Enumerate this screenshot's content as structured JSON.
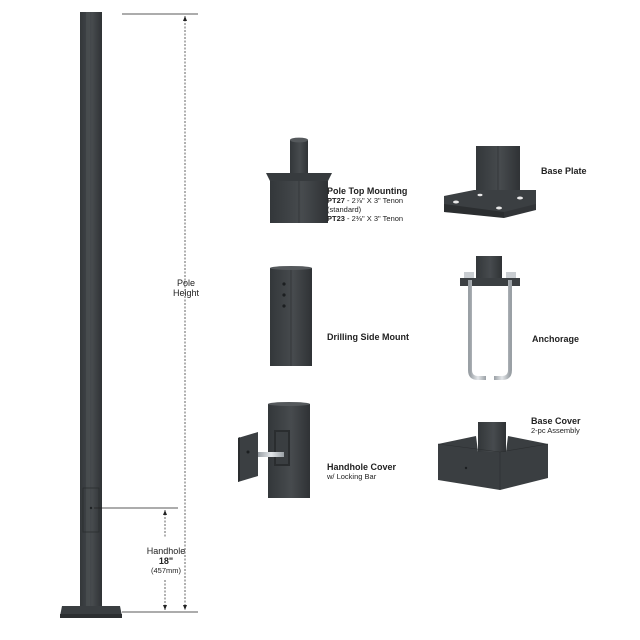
{
  "colors": {
    "metal": "#3f4346",
    "metal_dark": "#2c2f31",
    "metal_light": "#55595c",
    "steel": "#c8ccd0",
    "dim_line": "#222222"
  },
  "pole": {
    "height_label_1": "Pole",
    "height_label_2": "Height",
    "handhole_label": "Handhole",
    "handhole_size": "18\"",
    "handhole_mm": "(457mm)"
  },
  "components": {
    "pole_top": {
      "title": "Pole Top Mounting",
      "pt27_code": "PT27",
      "pt27_desc": " - 2⅞\" X 3\" Tenon",
      "pt27_note": "(standard)",
      "pt23_code": "PT23",
      "pt23_desc": " - 2⅜\" X 3\" Tenon"
    },
    "base_plate": {
      "title": "Base Plate"
    },
    "drilling": {
      "title": "Drilling Side Mount"
    },
    "anchorage": {
      "title": "Anchorage"
    },
    "handhole_cover": {
      "title": "Handhole Cover",
      "subtitle": "w/ Locking Bar"
    },
    "base_cover": {
      "title": "Base Cover",
      "subtitle": "2-pc Assembly"
    }
  }
}
